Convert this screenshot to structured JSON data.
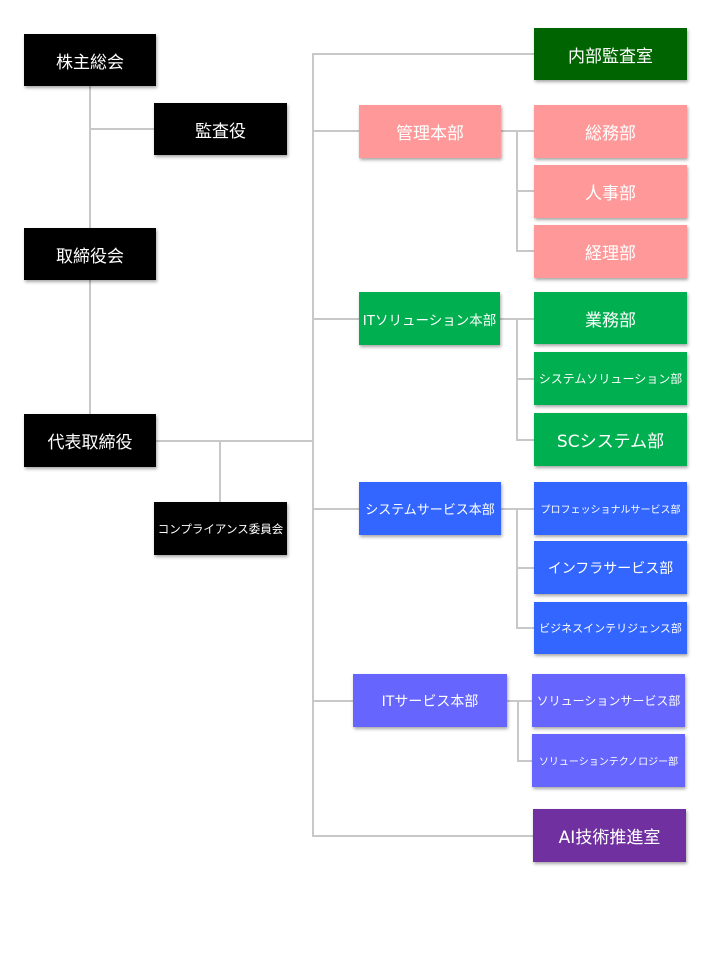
{
  "colors": {
    "black": "#000000",
    "audit": "#006400",
    "admin": "#FF9999",
    "it_solution": "#00B050",
    "system_service": "#3366FF",
    "it_service": "#6666FF",
    "ai": "#7030A0",
    "connector": "#C8C8C8"
  },
  "governance": {
    "shareholders": "株主総会",
    "auditor": "監査役",
    "board": "取締役会",
    "ceo": "代表取締役",
    "compliance": "コンプライアンス委員会"
  },
  "internal_audit": "内部監査室",
  "divisions": [
    {
      "name": "管理本部",
      "departments": [
        "総務部",
        "人事部",
        "経理部"
      ]
    },
    {
      "name": "ITソリューション本部",
      "departments": [
        "業務部",
        "システムソリューション部",
        "SCシステム部"
      ]
    },
    {
      "name": "システムサービス本部",
      "departments": [
        "プロフェッショナルサービス部",
        "インフラサービス部",
        "ビジネスインテリジェンス部"
      ]
    },
    {
      "name": "ITサービス本部",
      "departments": [
        "ソリューションサービス部",
        "ソリューションテクノロジー部"
      ]
    }
  ],
  "ai_office": "AI技術推進室"
}
